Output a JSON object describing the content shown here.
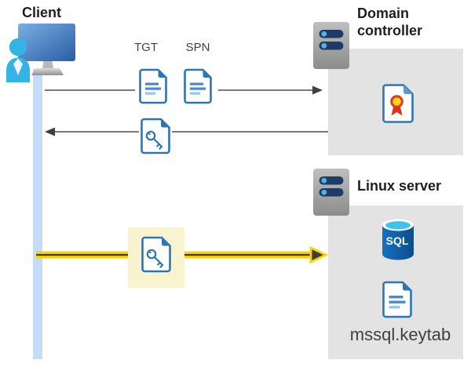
{
  "client": {
    "label": "Client",
    "icon": "client-workstation-icon"
  },
  "domain_controller": {
    "label": "Domain controller",
    "icon": "server-icon",
    "contents": [
      {
        "icon": "certificate-icon"
      }
    ]
  },
  "linux_server": {
    "label": "Linux server",
    "icon": "server-icon",
    "contents": [
      {
        "icon": "sql-database-icon",
        "logo_text": "SQL"
      },
      {
        "icon": "document-icon",
        "file_label": "mssql.keytab"
      }
    ]
  },
  "flows": [
    {
      "name": "ticket-request",
      "direction": "client-to-domain-controller",
      "style": "gray-arrow",
      "items": [
        {
          "label": "TGT",
          "icon": "document-icon"
        },
        {
          "label": "SPN",
          "icon": "document-icon"
        }
      ]
    },
    {
      "name": "ticket-response",
      "direction": "domain-controller-to-client",
      "style": "gray-arrow",
      "items": [
        {
          "icon": "key-file-icon"
        }
      ]
    },
    {
      "name": "kerberos-authentication",
      "direction": "client-to-linux-server",
      "style": "yellow-highlight-arrow",
      "items": [
        {
          "icon": "key-file-icon",
          "highlighted": true
        }
      ]
    }
  ],
  "colors": {
    "document_blue": "#2e75b6",
    "document_line_blue": "#4a89d0",
    "document_line_light": "#9cc3ea",
    "gray_box": "#e3e3e3",
    "lifeline_blue": "#c6dcf6",
    "highlight_yellow": "#faf3cf",
    "arrow_gray": "#4d4d4d",
    "arrow_yellow": "#ffd100",
    "server_pill_navy": "#1e3a66",
    "server_dot_blue": "#4fb3e2",
    "person_cyan": "#34b4e5",
    "sql_blue": "#1063ae",
    "sql_top_cyan": "#3fc3e6",
    "certificate_gold": "#ffd21e",
    "certificate_red": "#d8341c"
  }
}
